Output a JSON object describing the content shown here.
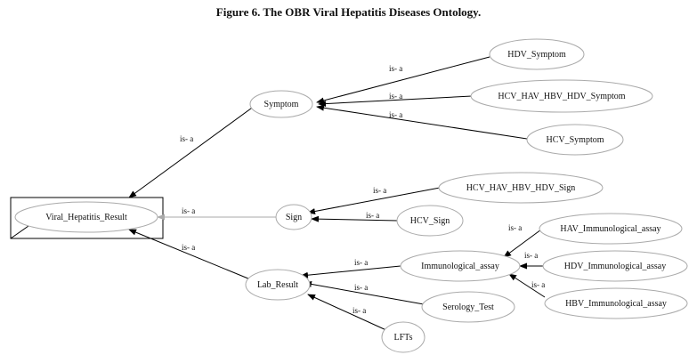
{
  "caption": "Figure 6. The OBR Viral Hepatitis Diseases Ontology.",
  "relation": "is- a",
  "nodes": {
    "viral_hepatitis_result": "Viral_Hepatitis_Result",
    "symptom": "Symptom",
    "sign": "Sign",
    "lab_result": "Lab_Result",
    "hdv_symptom": "HDV_Symptom",
    "hcv_hav_hbv_hdv_symptom": "HCV_HAV_HBV_HDV_Symptom",
    "hcv_symptom": "HCV_Symptom",
    "hcv_hav_hbv_hdv_sign": "HCV_HAV_HBV_HDV_Sign",
    "hcv_sign": "HCV_Sign",
    "immunological_assay": "Immunological_assay",
    "serology_test": "Serology_Test",
    "lfts": "LFTs",
    "hav_immunological_assay": "HAV_Immunological_assay",
    "hdv_immunological_assay": "HDV_Immunological_assay",
    "hbv_immunological_assay": "HBV_Immunological_assay"
  }
}
